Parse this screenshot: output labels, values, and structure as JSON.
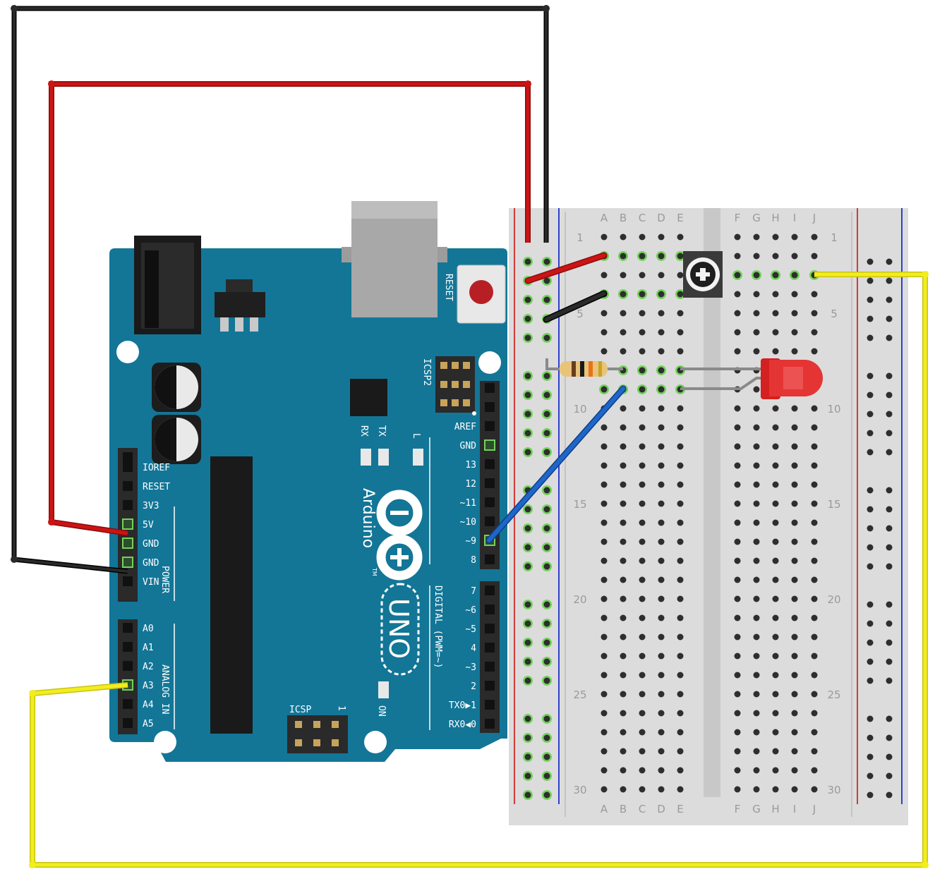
{
  "board": {
    "reset_label": "RESET",
    "icsp2_label": "ICSP2",
    "icsp_label": "ICSP",
    "icsp_pin1": "1",
    "rx": "RX",
    "tx": "TX",
    "l": "L",
    "on": "ON",
    "brand": "Arduino",
    "tm": "TM",
    "model": "UNO",
    "power_group": "POWER",
    "analog_group": "ANALOG IN",
    "digital_group": "DIGITAL (PWM=~)",
    "power_pins": [
      "IOREF",
      "RESET",
      "3V3",
      "5V",
      "GND",
      "GND",
      "VIN"
    ],
    "analog_pins": [
      "A0",
      "A1",
      "A2",
      "A3",
      "A4",
      "A5"
    ],
    "digital_upper": [
      "AREF",
      "GND",
      "13",
      "12",
      "~11",
      "~10",
      "~9",
      "8"
    ],
    "digital_lower": [
      "7",
      "~6",
      "~5",
      "4",
      "~3",
      "2",
      "TX0▶1",
      "RX0◀0"
    ]
  },
  "breadboard": {
    "columns_left": [
      "A",
      "B",
      "C",
      "D",
      "E"
    ],
    "columns_right": [
      "F",
      "G",
      "H",
      "I",
      "J"
    ],
    "row_markers": [
      "1",
      "5",
      "10",
      "15",
      "20",
      "25",
      "30"
    ]
  },
  "colors": {
    "board_blue": "#137697",
    "wire_red": "#cc1414",
    "wire_black": "#1a1a1a",
    "wire_yellow": "#f2ee1e",
    "wire_blue": "#1f66c9",
    "led_red": "#e53434",
    "breadboard": "#dcdcdc",
    "hole_active": "#73d25b"
  },
  "components": {
    "potentiometer": "potentiometer",
    "resistor": "resistor",
    "led": "red LED"
  }
}
